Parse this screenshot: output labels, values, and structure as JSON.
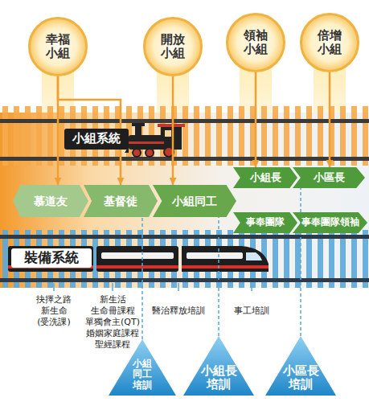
{
  "diagram": {
    "nodes": [
      {
        "text": [
          "幸福小組"
        ]
      },
      {
        "text": [
          "開放小組"
        ]
      },
      {
        "text": [
          "領袖小組"
        ]
      },
      {
        "text": [
          "倍增小組"
        ]
      },
      {
        "text": [
          "小組系統"
        ]
      },
      {
        "text": [
          "慕道友"
        ]
      },
      {
        "text": [
          "基督徒"
        ]
      },
      {
        "text": [
          "小組同工"
        ]
      },
      {
        "text": [
          "小組長"
        ]
      },
      {
        "text": [
          "小區長"
        ]
      },
      {
        "text": [
          "事奉團隊"
        ]
      },
      {
        "text": [
          "事奉團隊領袖"
        ]
      },
      {
        "text": [
          "裝備系統"
        ]
      },
      {
        "text": [
          "小組同工培訓"
        ]
      },
      {
        "text": [
          "小組長培訓"
        ]
      },
      {
        "text": [
          "小區長培訓"
        ]
      }
    ],
    "edges": [
      {
        "from": 0,
        "to": 5,
        "arrow": "to"
      },
      {
        "from": 0,
        "to": 6,
        "arrow": "to"
      },
      {
        "from": 1,
        "to": 7,
        "arrow": "to"
      },
      {
        "from": 2,
        "to": 8,
        "arrow": "to"
      },
      {
        "from": 3,
        "to": 9,
        "arrow": "to"
      },
      {
        "from": 13,
        "to": 6,
        "arrow": "none"
      },
      {
        "from": 14,
        "to": 7,
        "arrow": "none"
      },
      {
        "from": 15,
        "to": 9,
        "arrow": "none"
      }
    ],
    "labels": [
      "抉擇之路",
      "新生命",
      "(受洗課)",
      "新生活",
      "生命冊課程",
      "單獨會主(QT)",
      "婚姻家庭課程",
      "聖經課程",
      "醫治釋放培訓",
      "事工培訓"
    ]
  }
}
